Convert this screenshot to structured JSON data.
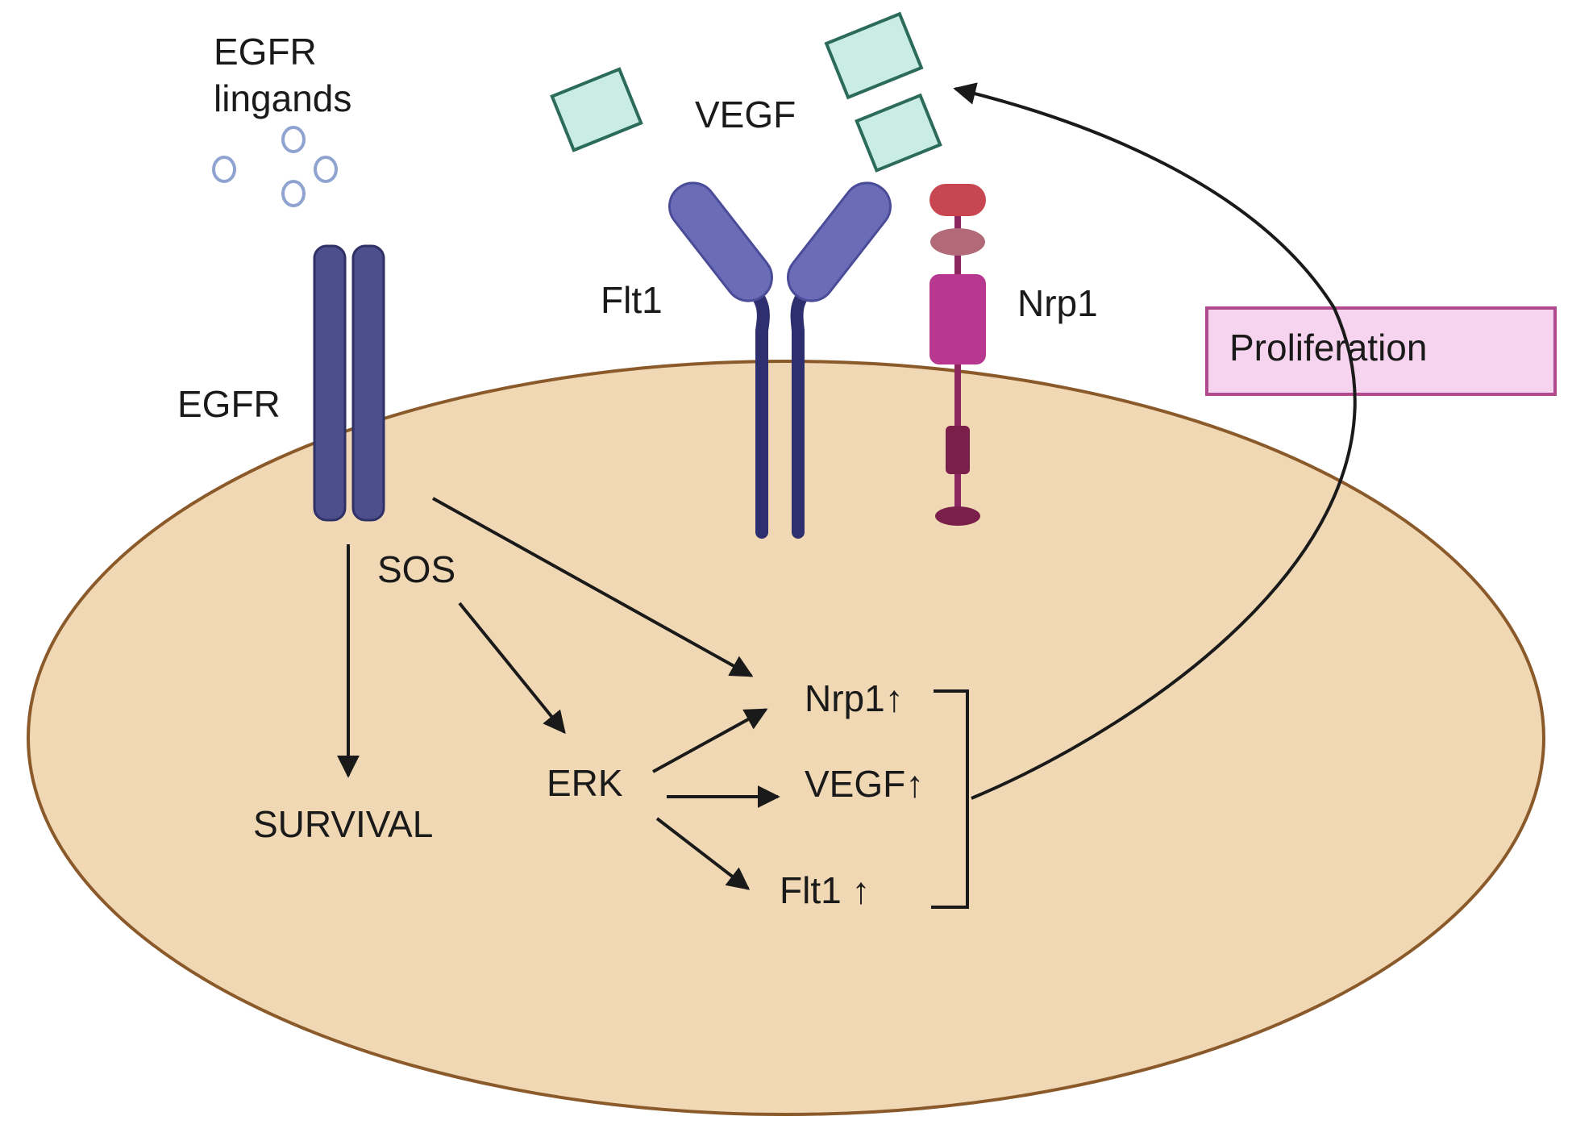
{
  "labels": {
    "egfr_ligands_line1": "EGFR",
    "egfr_ligands_line2": "lingands",
    "vegf_top": "VEGF",
    "flt1_receptor": "Flt1",
    "nrp1_receptor": "Nrp1",
    "egfr_receptor": "EGFR",
    "proliferation": "Proliferation",
    "sos": "SOS",
    "survival": "SURVIVAL",
    "erk": "ERK",
    "nrp1_up": "Nrp1↑",
    "vegf_up": "VEGF↑",
    "flt1_up": "Flt1 ↑"
  },
  "colors": {
    "cell_fill": "#f0d8b4",
    "cell_stroke": "#8b5a2b",
    "egfr": "#4c4f8c",
    "flt1_head": "#6a6cb8",
    "flt1_stem": "#2e2f6e",
    "vegf_fill": "#c9ece3",
    "vegf_stroke": "#2c6b5a",
    "ligand": "#8fa3d1",
    "nrp1_top": "#c8464f",
    "nrp1_second": "#b26a78",
    "nrp1_body": "#b8388f",
    "nrp1_stem": "#8c2660",
    "nrp1_low": "#7a1f4a",
    "prolif_fill": "#f6d3ee",
    "prolif_stroke": "#b04a8c",
    "arrow": "#1a1a1a"
  }
}
